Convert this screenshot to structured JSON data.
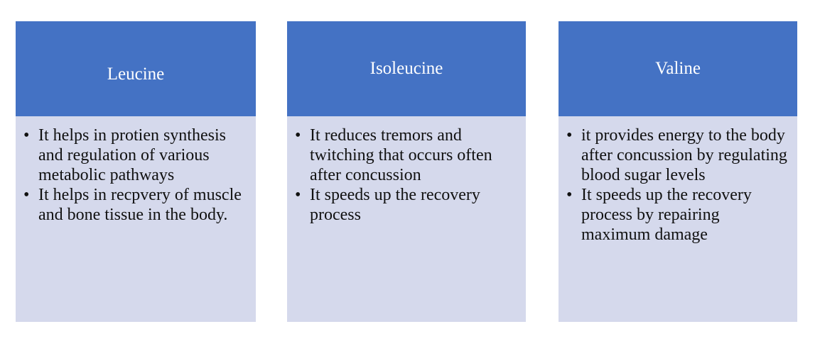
{
  "cards": [
    {
      "title": "Leucine",
      "bullets": [
        "It helps in protien synthesis and regulation of various metabolic pathways",
        "It helps in recpvery of muscle and bone tissue in the body."
      ]
    },
    {
      "title": "Isoleucine",
      "bullets": [
        "It reduces tremors and twitching that occurs often after concussion",
        "It speeds up the recovery process"
      ]
    },
    {
      "title": "Valine",
      "bullets": [
        "it provides energy to the body after concussion by regulating blood sugar levels",
        "It speeds up the recovery process by repairing maximum damage"
      ]
    }
  ],
  "bullet_symbol": "•",
  "colors": {
    "header": "#4472c4",
    "body": "#d5d9ec",
    "header_text": "#ffffff"
  }
}
